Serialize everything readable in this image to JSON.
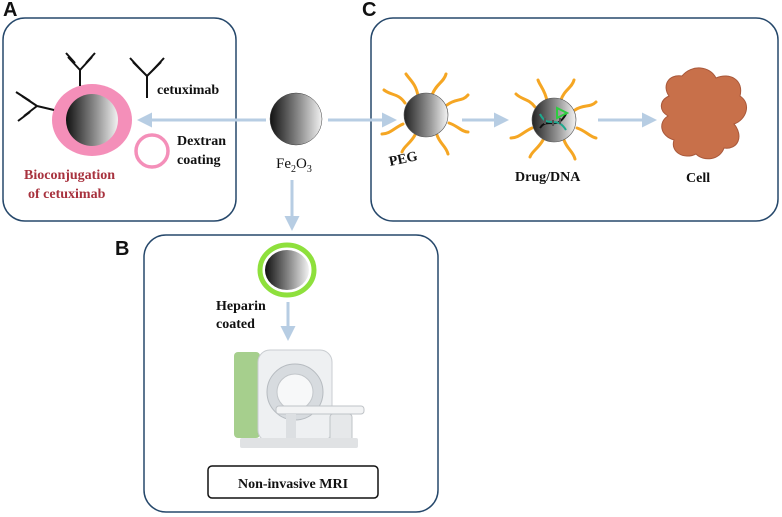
{
  "panels": {
    "a": {
      "letter": "A",
      "antibody_label": "cetuximab",
      "coating_label_line1": "Dextran",
      "coating_label_line2": "coating",
      "result_line1": "Bioconjugation",
      "result_line2": "of cetuximab"
    },
    "b": {
      "letter": "B",
      "coating_line1": "Heparin",
      "coating_line2": "coated",
      "application": "Non-invasive MRI"
    },
    "c": {
      "letter": "C",
      "step1": "PEG",
      "step2": "Drug/DNA",
      "step3": "Cell"
    }
  },
  "core": {
    "formula_base": "Fe",
    "formula_sub1": "2",
    "formula_mid": "O",
    "formula_sub2": "3"
  },
  "colors": {
    "panel_border": "#26486b",
    "arrow": "#b7cde3",
    "dextran_pink": "#f48fb9",
    "heparin_green": "#8ee03c",
    "peg_orange": "#f5a623",
    "cell_brown": "#c8704a",
    "label_red": "#a8323e"
  }
}
